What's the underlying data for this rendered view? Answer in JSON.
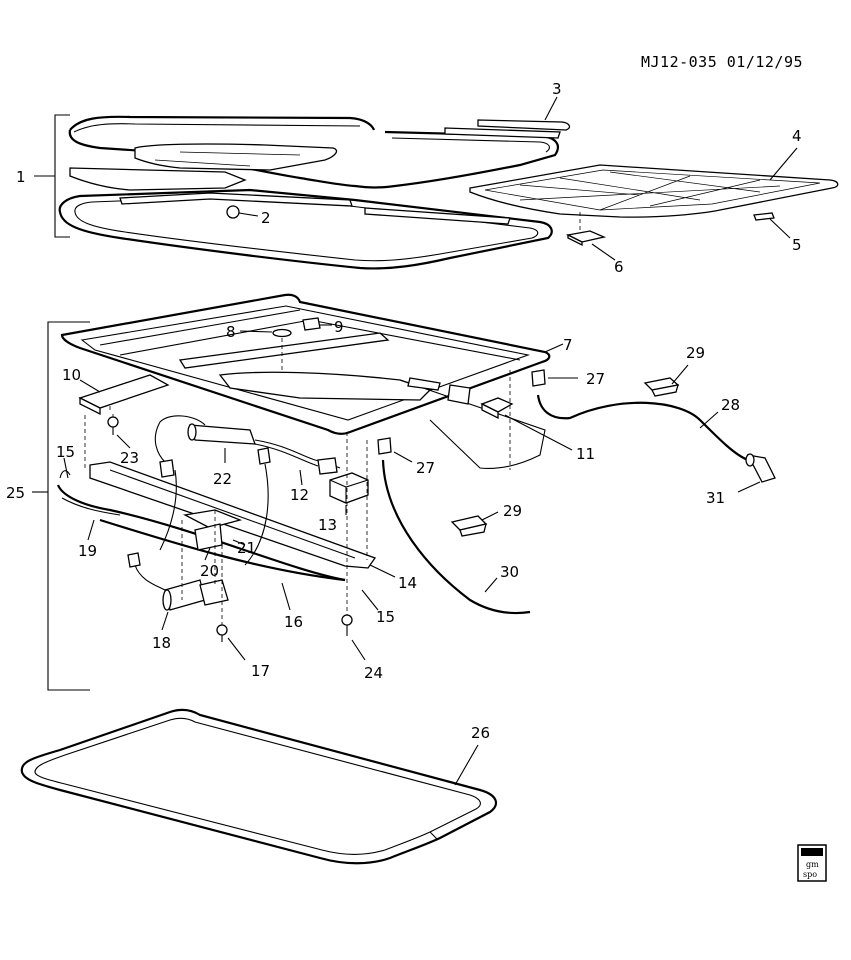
{
  "header": {
    "code": "MJ12-035 01/12/95"
  },
  "callouts": {
    "c1": "1",
    "c2": "2",
    "c3": "3",
    "c4": "4",
    "c5": "5",
    "c6": "6",
    "c7": "7",
    "c8": "8",
    "c9": "9",
    "c10": "10",
    "c11": "11",
    "c12": "12",
    "c13": "13",
    "c14": "14",
    "c15a": "15",
    "c15b": "15",
    "c16": "16",
    "c17": "17",
    "c18": "18",
    "c19": "19",
    "c20": "20",
    "c21": "21",
    "c22": "22",
    "c23": "23",
    "c24": "24",
    "c25": "25",
    "c26": "26",
    "c27a": "27",
    "c27b": "27",
    "c28": "28",
    "c29a": "29",
    "c29b": "29",
    "c30": "30",
    "c31": "31"
  },
  "logo": {
    "line1": "gm",
    "line2": "spo"
  }
}
